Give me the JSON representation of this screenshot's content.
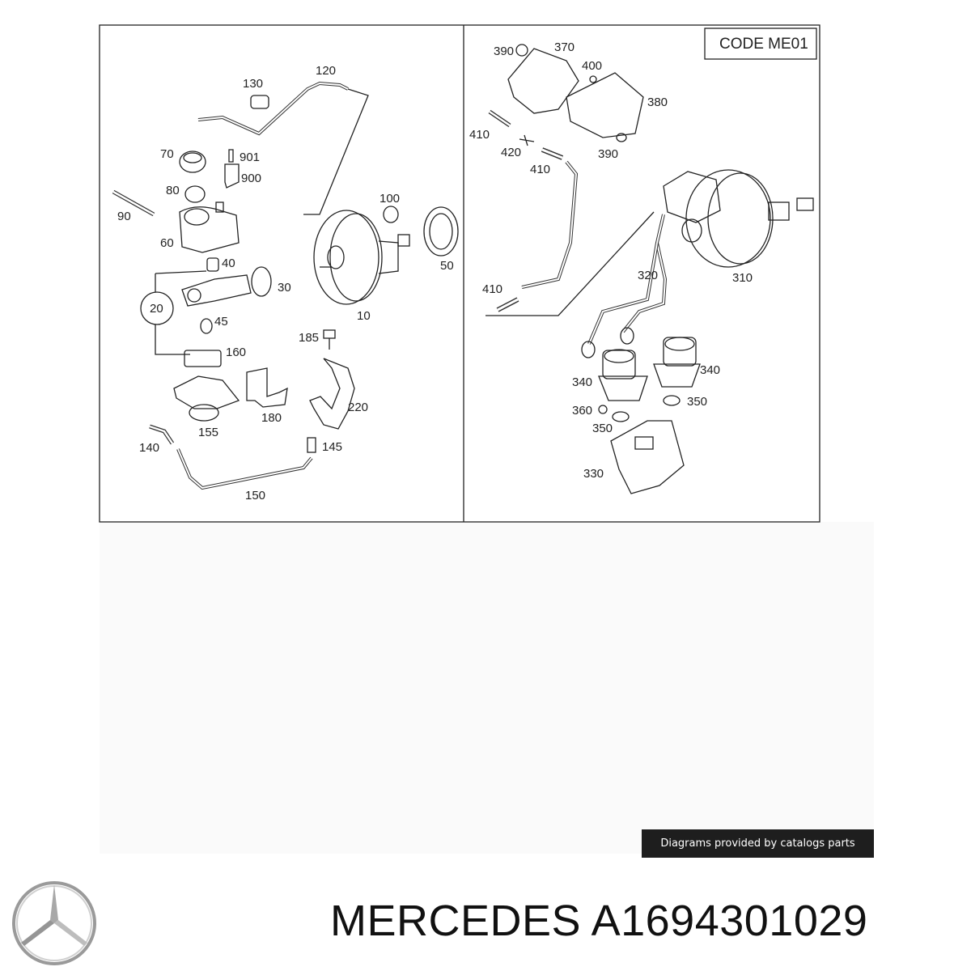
{
  "diagram": {
    "code_box": "CODE ME01",
    "left_labels": {
      "p120": "120",
      "p130": "130",
      "p70": "70",
      "p901": "901",
      "p900": "900",
      "p80": "80",
      "p90": "90",
      "p60": "60",
      "p100": "100",
      "p50": "50",
      "p40": "40",
      "p30": "30",
      "p20": "20",
      "p45": "45",
      "p10": "10",
      "p185": "185",
      "p160": "160",
      "p220": "220",
      "p180": "180",
      "p155": "155",
      "p140": "140",
      "p145": "145",
      "p150": "150"
    },
    "right_labels": {
      "p390a": "390",
      "p370": "370",
      "p400": "400",
      "p380": "380",
      "p410a": "410",
      "p420": "420",
      "p390b": "390",
      "p410b": "410",
      "p410c": "410",
      "p320": "320",
      "p310": "310",
      "p340a": "340",
      "p340b": "340",
      "p360": "360",
      "p350a": "350",
      "p350b": "350",
      "p330": "330"
    }
  },
  "footer": {
    "credit": "Diagrams provided by catalogs parts",
    "brand": "MERCEDES",
    "part_number": "A1694301029"
  },
  "colors": {
    "line": "#222222",
    "credit_bg": "#1e1e1e"
  }
}
